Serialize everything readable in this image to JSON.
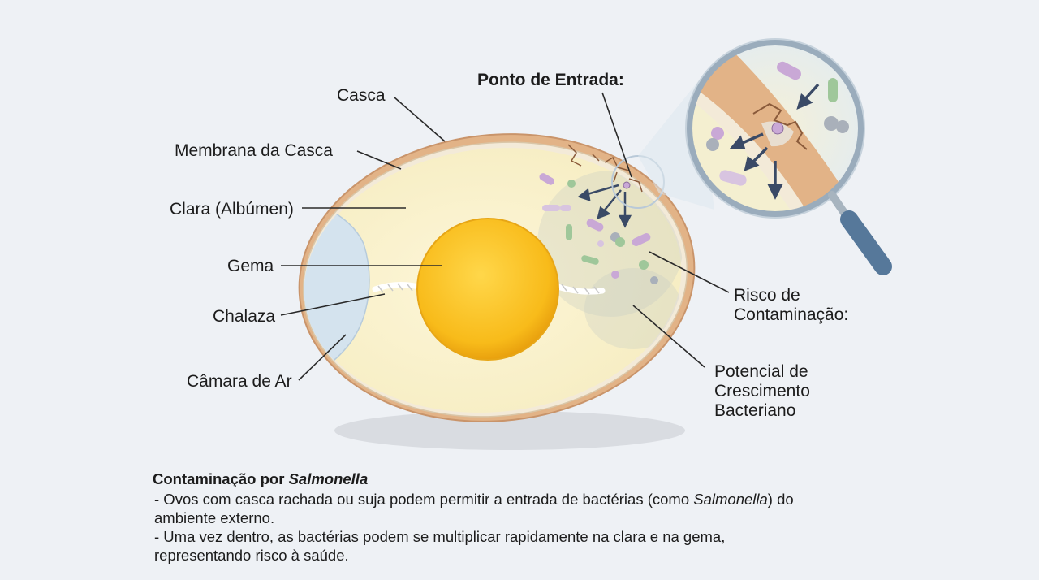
{
  "labels": {
    "shell": "Casca",
    "shell_membrane": "Membrana da Casca",
    "albumen": "Clara (Albúmen)",
    "yolk": "Gema",
    "chalaza": "Chalaza",
    "air_cell": "Câmara de Ar",
    "entry_point": "Ponto de Entrada:",
    "contamination_risk_1": "Risco de",
    "contamination_risk_2": "Contaminação:",
    "growth_1": "Potencial de",
    "growth_2": "Crescimento",
    "growth_3": "Bacteriano"
  },
  "caption": {
    "title_prefix": "Contaminação por ",
    "title_italic": "Salmonella",
    "line1_a": "- Ovos com casca rachada ou suja podem permitir a entrada de bactérias (como ",
    "line1_italic": "Salmonella",
    "line1_b": ") do",
    "line1_c": "ambiente externo.",
    "line2_a": "- Uma vez dentro, as bactérias podem se multiplicar rapidamente na clara e na gema,",
    "line2_b": "representando risco à saúde."
  },
  "colors": {
    "background": "#eef1f5",
    "shell": "#e4b98d",
    "albumen": "#fbf3d0",
    "yolk": "#f6b818",
    "air_cell": "#d6e4ee",
    "bacteria_purple": "#c9a8d6",
    "bacteria_green": "#9fc79a",
    "bacteria_gray": "#a9b0ba",
    "arrow": "#3a4a66",
    "magnifier_handle": "#56789a"
  }
}
